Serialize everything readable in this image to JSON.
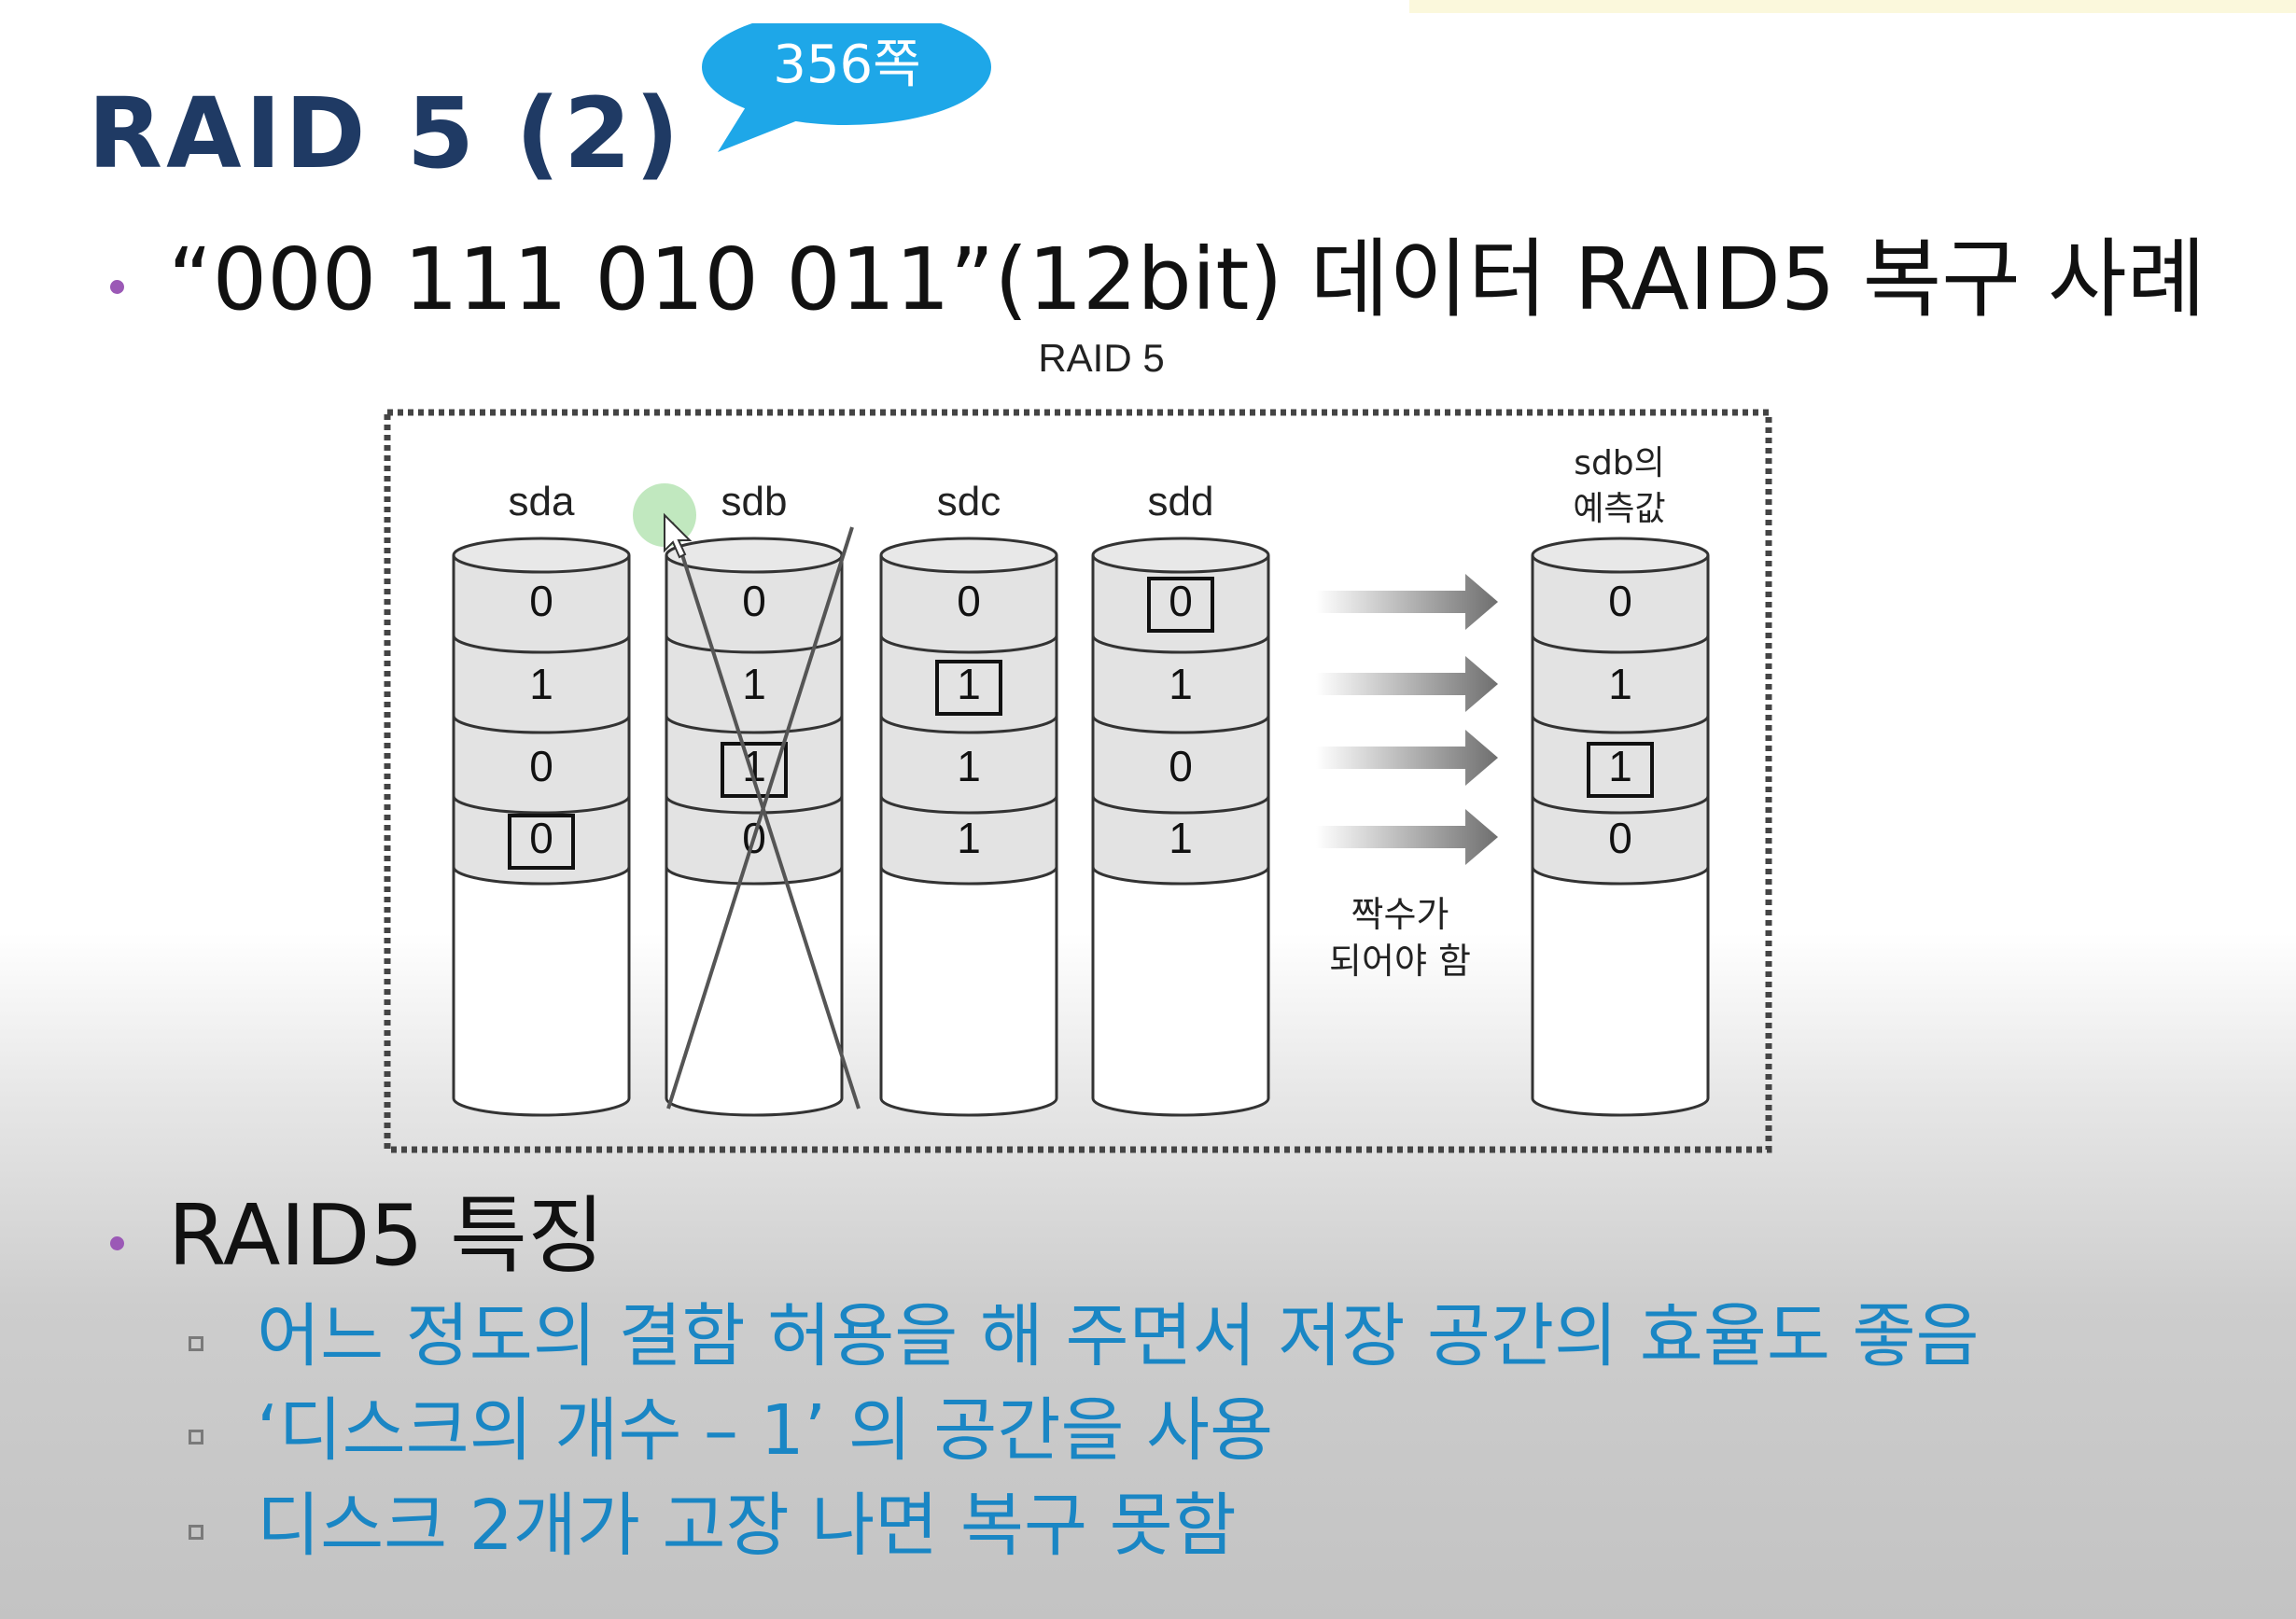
{
  "slide": {
    "title": "RAID 5 (2)",
    "page_ref": "356쪽",
    "bullet1": "“000 111 010 011”(12bit) 데이터 RAID5 복구 사례",
    "bullet2": "RAID5 특징",
    "sub_bullets": [
      "어느 정도의 결함 허용을 해 주면서 저장 공간의 효율도 좋음",
      "‘디스크의 개수 – 1’ 의 공간을 사용",
      "디스크 2개가 고장 나면 복구 못함"
    ]
  },
  "diagram": {
    "title": "RAID 5",
    "disks": [
      {
        "name": "sda",
        "bits": [
          "0",
          "1",
          "0",
          "0"
        ],
        "parity_index": 3,
        "failed": false
      },
      {
        "name": "sdb",
        "bits": [
          "0",
          "1",
          "1",
          "0"
        ],
        "parity_index": 2,
        "failed": true
      },
      {
        "name": "sdc",
        "bits": [
          "0",
          "1",
          "1",
          "1"
        ],
        "parity_index": 1,
        "failed": false
      },
      {
        "name": "sdd",
        "bits": [
          "0",
          "1",
          "0",
          "1"
        ],
        "parity_index": 0,
        "failed": false
      }
    ],
    "predicted": {
      "label_line1": "sdb의",
      "label_line2": "예측값",
      "bits": [
        "0",
        "1",
        "1",
        "0"
      ],
      "parity_index": 2
    },
    "arrow_note_line1": "짝수가",
    "arrow_note_line2": "되어야 함"
  },
  "colors": {
    "title": "#1f3a64",
    "bubble": "#1ea7e8",
    "bullet_dot": "#9b59b6",
    "sub_text": "#1a86c4",
    "disk_segment": "#e3e3e3",
    "arrow": "#777777"
  }
}
